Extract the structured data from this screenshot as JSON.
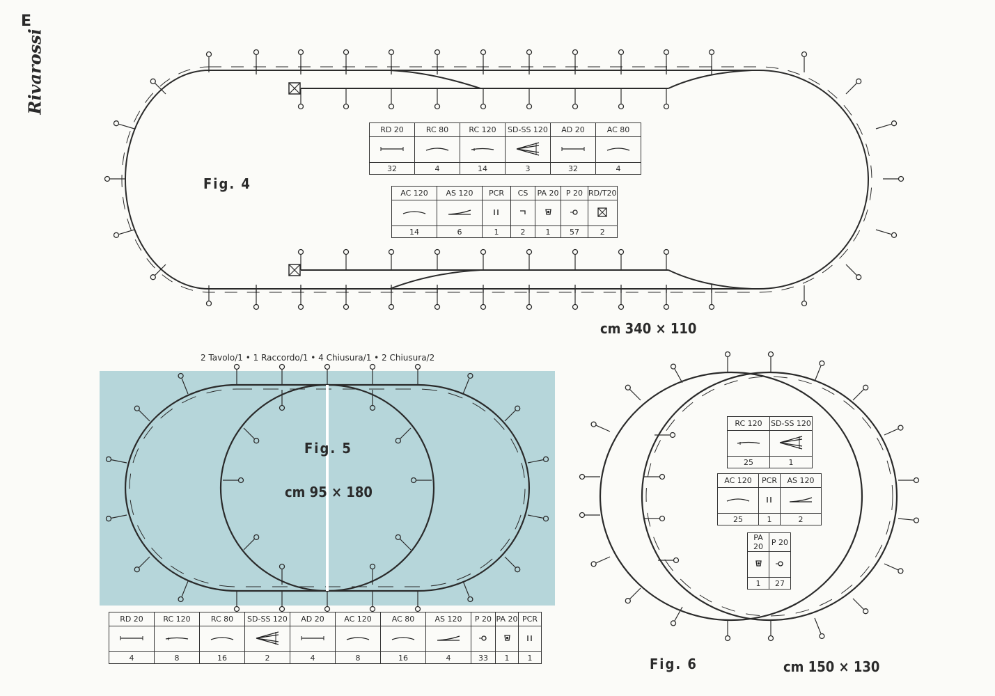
{
  "page": {
    "corner_letter": "E",
    "brand": "Rivarossi",
    "note": "2 Tavolo/1 • 1 Raccordo/1 • 4 Chiusura/1 • 2 Chiusura/2"
  },
  "fig4": {
    "label": "Fig. 4",
    "dims": "cm 340 × 110",
    "table1": [
      {
        "code": "RD 20",
        "qty": "32",
        "sym": "straight"
      },
      {
        "code": "RC 80",
        "qty": "4",
        "sym": "curve"
      },
      {
        "code": "RC 120",
        "qty": "14",
        "sym": "curve-flat"
      },
      {
        "code": "SD-SS 120",
        "qty": "3",
        "sym": "switch-double"
      },
      {
        "code": "AD 20",
        "qty": "32",
        "sym": "straight"
      },
      {
        "code": "AC 80",
        "qty": "4",
        "sym": "curve"
      }
    ],
    "table2": [
      {
        "code": "AC 120",
        "qty": "14",
        "sym": "curve"
      },
      {
        "code": "AS 120",
        "qty": "6",
        "sym": "switch"
      },
      {
        "code": "PCR",
        "qty": "1",
        "sym": "double-bar"
      },
      {
        "code": "CS",
        "qty": "2",
        "sym": "hook"
      },
      {
        "code": "PA 20",
        "qty": "1",
        "sym": "pylon-a"
      },
      {
        "code": "P 20",
        "qty": "57",
        "sym": "pylon"
      },
      {
        "code": "RD/T20",
        "qty": "2",
        "sym": "buffer"
      }
    ]
  },
  "fig5": {
    "label": "Fig. 5",
    "dims": "cm 95 × 180",
    "table": [
      {
        "code": "RD 20",
        "qty": "4",
        "sym": "straight"
      },
      {
        "code": "RC 120",
        "qty": "8",
        "sym": "curve-flat"
      },
      {
        "code": "RC 80",
        "qty": "16",
        "sym": "curve"
      },
      {
        "code": "SD-SS 120",
        "qty": "2",
        "sym": "switch-double"
      },
      {
        "code": "AD 20",
        "qty": "4",
        "sym": "straight"
      },
      {
        "code": "AC 120",
        "qty": "8",
        "sym": "curve"
      },
      {
        "code": "AC 80",
        "qty": "16",
        "sym": "curve"
      },
      {
        "code": "AS 120",
        "qty": "4",
        "sym": "switch"
      },
      {
        "code": "P 20",
        "qty": "33",
        "sym": "pylon"
      },
      {
        "code": "PA 20",
        "qty": "1",
        "sym": "pylon-a"
      },
      {
        "code": "PCR",
        "qty": "1",
        "sym": "double-bar"
      }
    ]
  },
  "fig6": {
    "label": "Fig. 6",
    "dims": "cm 150 × 130",
    "table1": [
      {
        "code": "RC 120",
        "qty": "25",
        "sym": "curve-flat"
      },
      {
        "code": "SD-SS 120",
        "qty": "1",
        "sym": "switch-double"
      }
    ],
    "table2": [
      {
        "code": "AC 120",
        "qty": "25",
        "sym": "curve"
      },
      {
        "code": "PCR",
        "qty": "1",
        "sym": "double-bar"
      },
      {
        "code": "AS 120",
        "qty": "2",
        "sym": "switch"
      }
    ],
    "table3": [
      {
        "code": "PA 20",
        "qty": "1",
        "sym": "pylon-a"
      },
      {
        "code": "P 20",
        "qty": "27",
        "sym": "pylon"
      }
    ]
  }
}
